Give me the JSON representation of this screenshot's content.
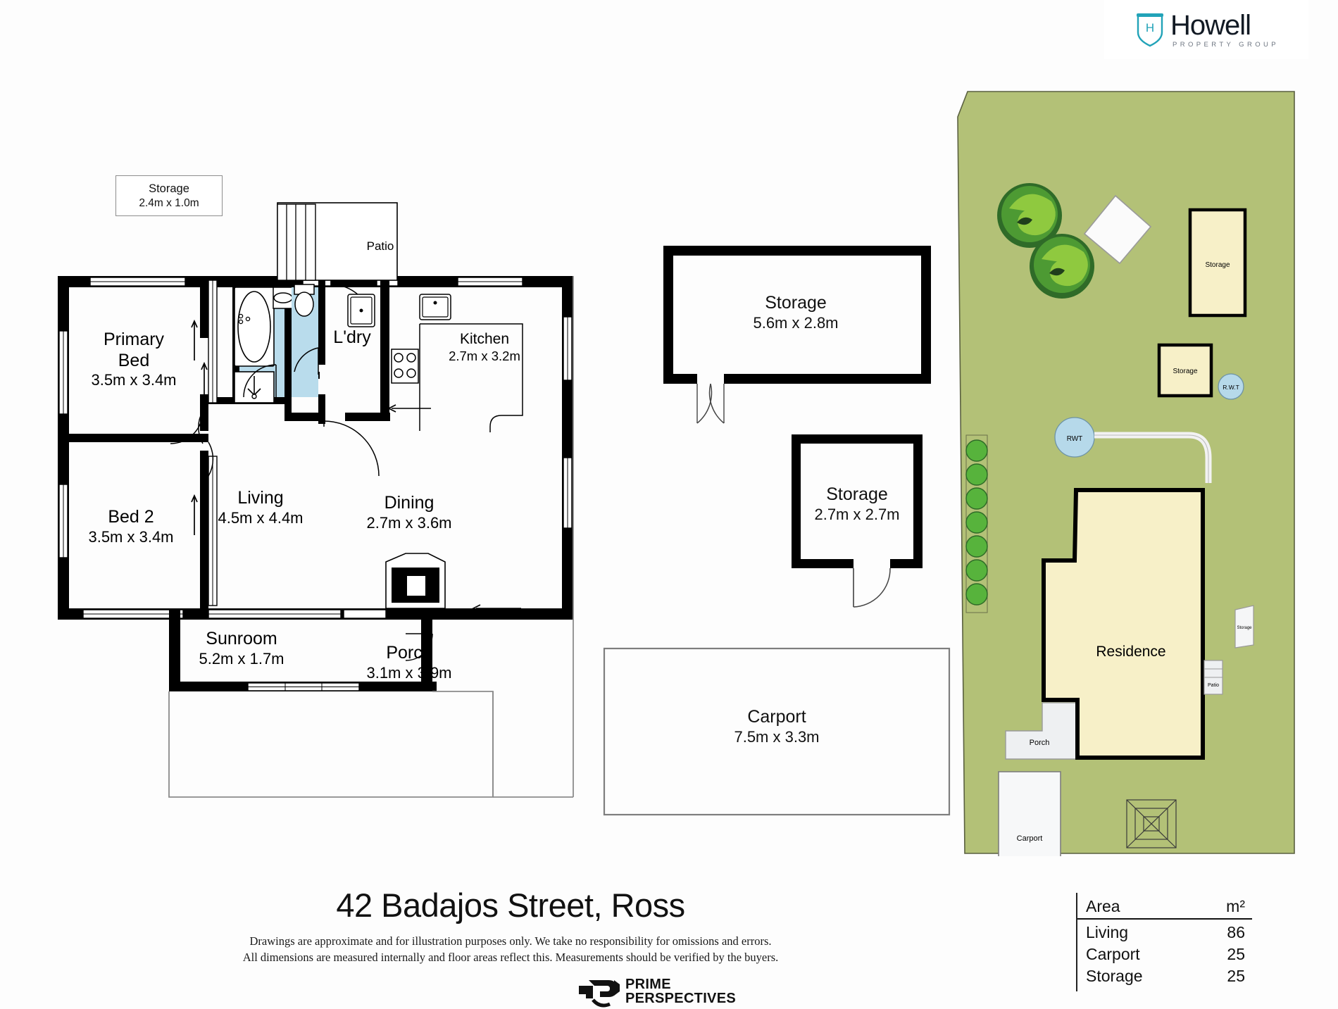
{
  "brand": {
    "name": "Howell",
    "tagline": "PROPERTY GROUP",
    "shield_letter": "H",
    "accent_color": "#22a3b8",
    "text_color": "#121a24"
  },
  "title": "42 Badajos Street, Ross",
  "disclaimer_line1": "Drawings are approximate and for illustration purposes only. We take no responsibility for omissions and errors.",
  "disclaimer_line2": "All dimensions are measured internally and floor areas reflect this. Measurements should be verified by the buyers.",
  "footer_logo": {
    "line1": "PRIME",
    "line2": "PERSPECTIVES"
  },
  "storage_note": {
    "name": "Storage",
    "dims": "2.4m x 1.0m"
  },
  "rooms": [
    {
      "id": "primary-bed",
      "name": "Primary Bed",
      "name1": "Primary",
      "name2": "Bed",
      "dims": "3.5m x 3.4m"
    },
    {
      "id": "bed-2",
      "name": "Bed 2",
      "dims": "3.5m x 3.4m"
    },
    {
      "id": "laundry",
      "name": "L'dry",
      "dims": ""
    },
    {
      "id": "patio",
      "name": "Patio",
      "dims": ""
    },
    {
      "id": "kitchen",
      "name": "Kitchen",
      "dims": "2.7m x 3.2m"
    },
    {
      "id": "living",
      "name": "Living",
      "dims": "4.5m x 4.4m"
    },
    {
      "id": "dining",
      "name": "Dining",
      "dims": "2.7m x 3.6m"
    },
    {
      "id": "sunroom",
      "name": "Sunroom",
      "dims": "5.2m x 1.7m"
    },
    {
      "id": "porch",
      "name": "Porch",
      "dims": "3.1m x 3.9m"
    }
  ],
  "outbuildings": [
    {
      "id": "storage-large",
      "name": "Storage",
      "dims": "5.6m x 2.8m"
    },
    {
      "id": "storage-small",
      "name": "Storage",
      "dims": "2.7m x 2.7m"
    },
    {
      "id": "carport",
      "name": "Carport",
      "dims": "7.5m x 3.3m"
    }
  ],
  "site_plan": {
    "residence": "Residence",
    "porch": "Porch",
    "patio": "Patio",
    "carport": "Carport",
    "storage_tall": "Storage",
    "storage_mid": "Storage",
    "storage_side": "Storage",
    "rwt_large": "RWT",
    "rwt_small": "R.W.T",
    "colors": {
      "lawn": "#b3c177",
      "building_fill": "#f7f0c8",
      "slab_fill": "#eef0f2",
      "water_tank": "#b6d9ea",
      "tree_dark": "#2f6b28",
      "tree_mid": "#4d9a33",
      "tree_light": "#8fc93f",
      "hedge": "#57b33c"
    }
  },
  "area_table": {
    "header_label": "Area",
    "header_unit": "m²",
    "rows": [
      {
        "label": "Living",
        "value": "86"
      },
      {
        "label": "Carport",
        "value": "25"
      },
      {
        "label": "Storage",
        "value": "25"
      }
    ]
  }
}
